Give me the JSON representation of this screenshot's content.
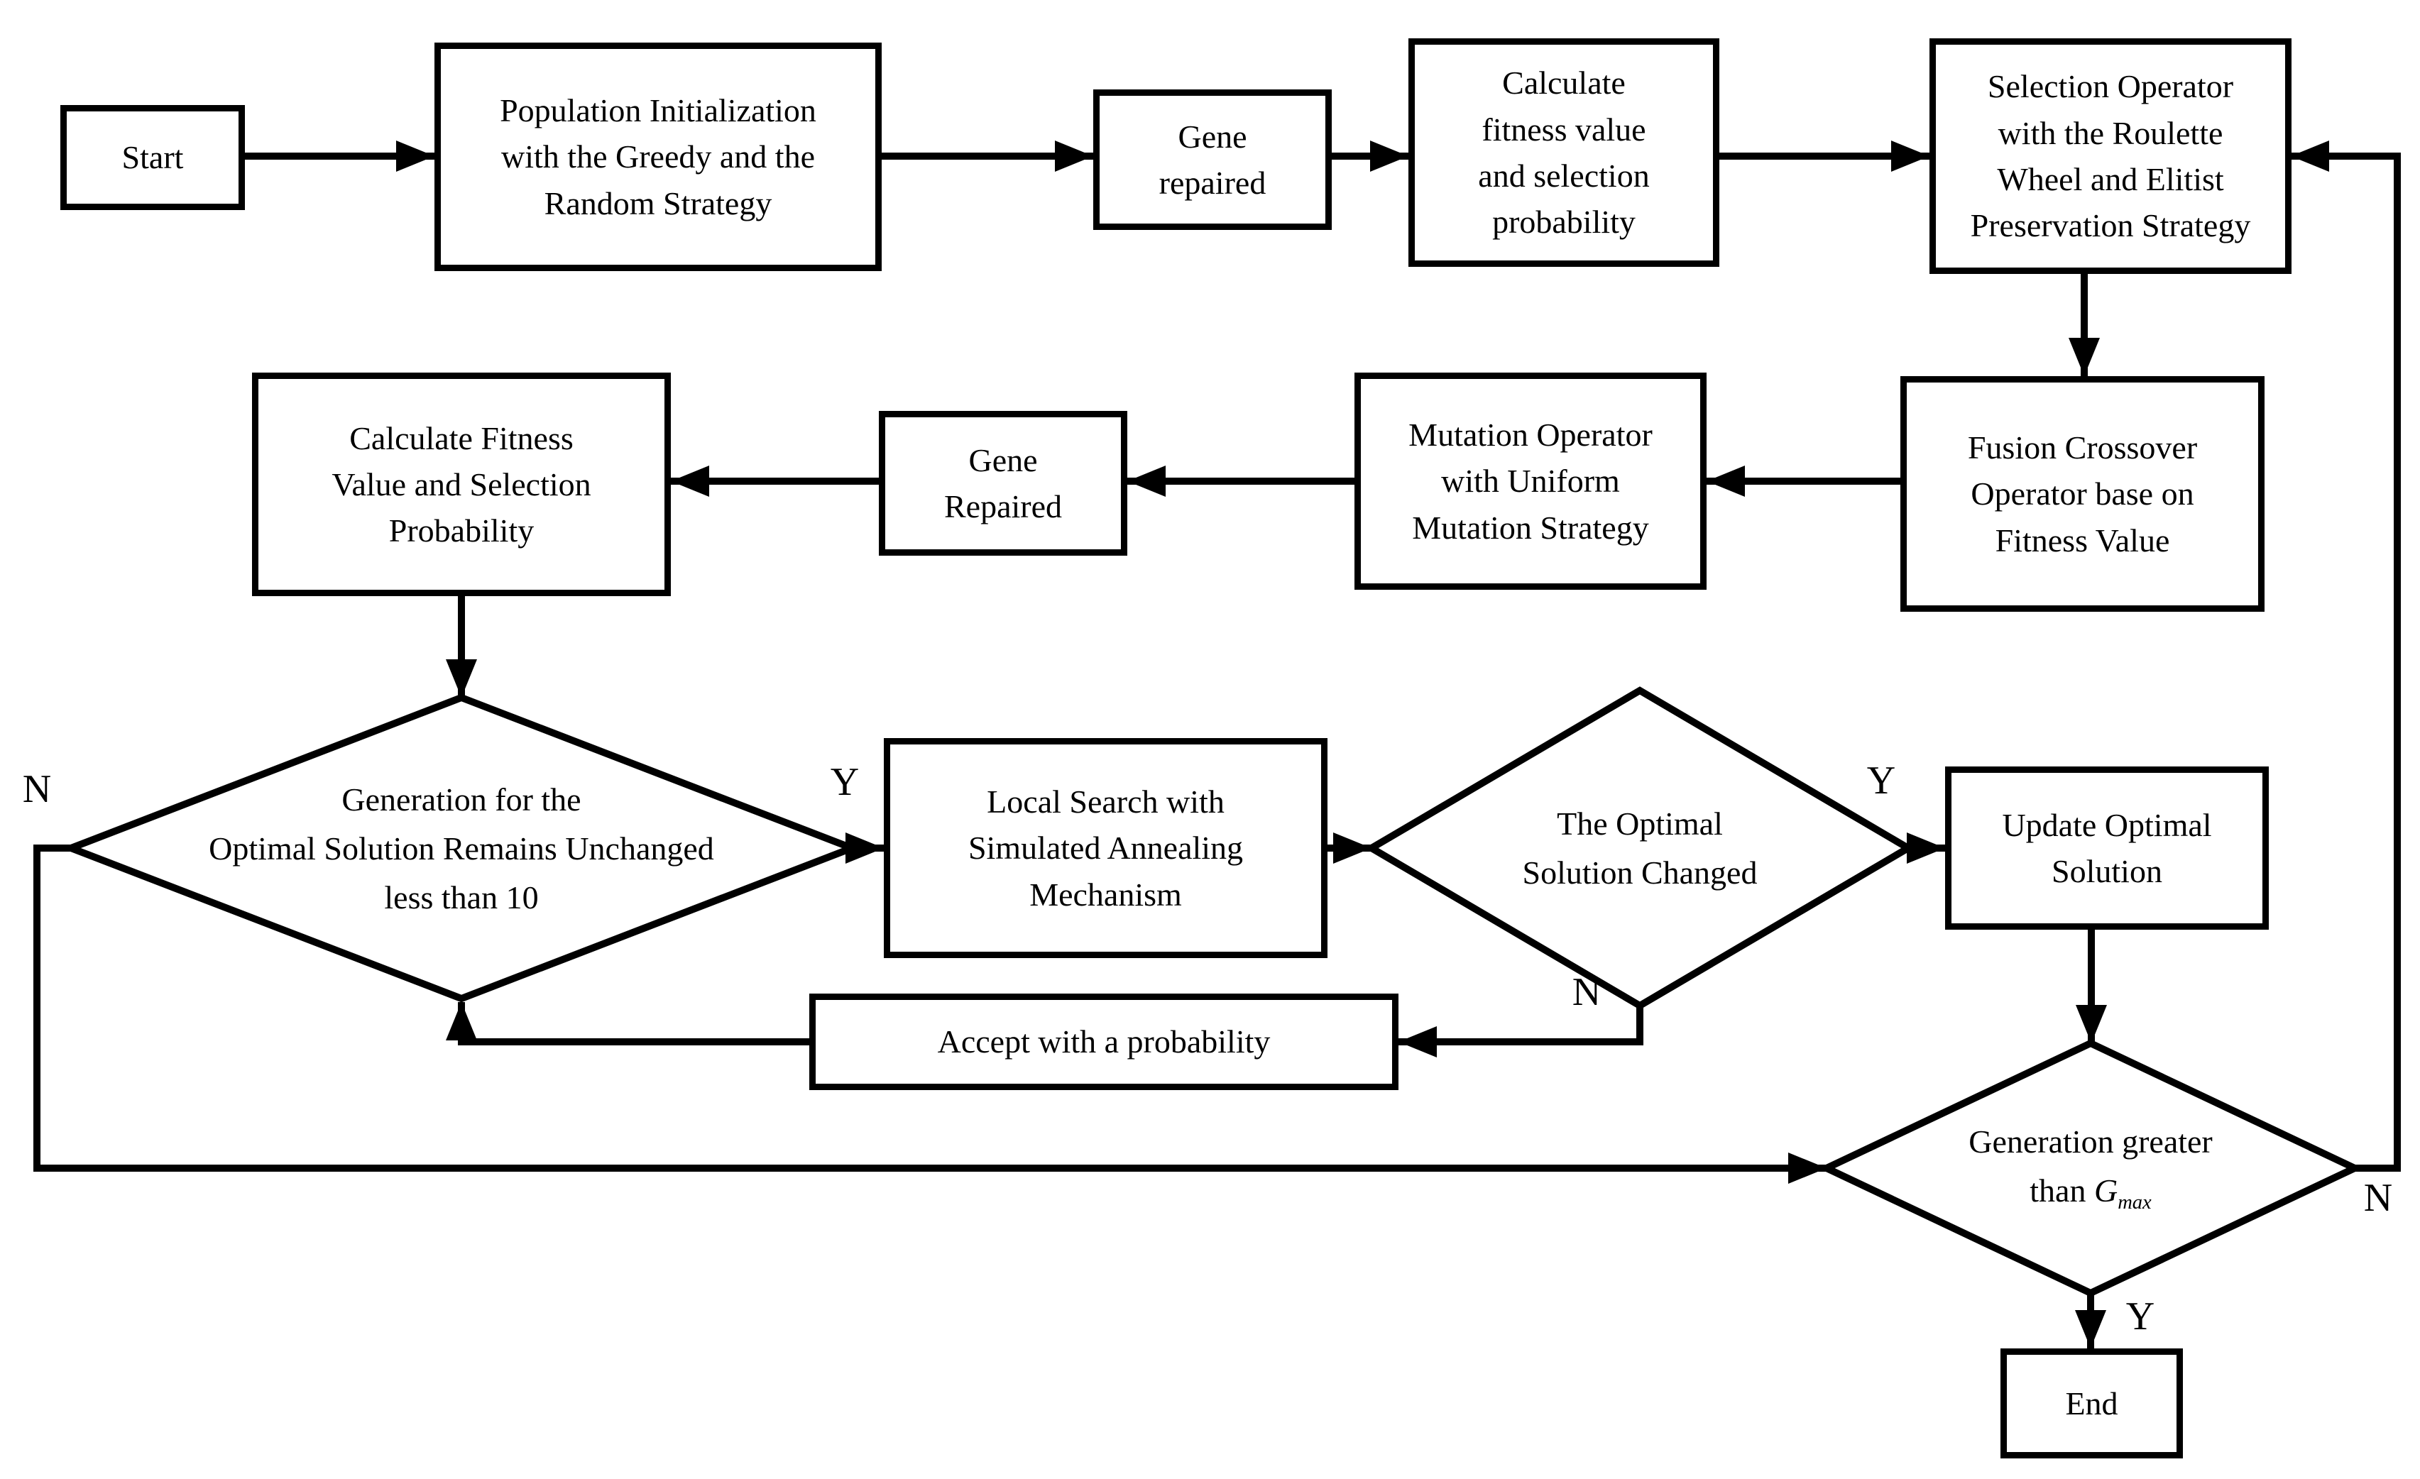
{
  "diagram": {
    "colors": {
      "line": "#000000",
      "box_fill": "#ffffff",
      "background": "#ffffff",
      "text": "#000000"
    },
    "nodes": {
      "start": {
        "label": "Start"
      },
      "pop_init": {
        "lines": [
          "Population Initialization",
          "with the Greedy and the",
          "Random Strategy"
        ]
      },
      "gene_repaired_1": {
        "lines": [
          "Gene",
          "repaired"
        ]
      },
      "calc_fitness_1": {
        "lines": [
          "Calculate",
          "fitness value",
          "and selection",
          "probability"
        ]
      },
      "selection_operator": {
        "lines": [
          "Selection Operator",
          "with the Roulette",
          "Wheel and Elitist",
          "Preservation Strategy"
        ]
      },
      "fusion_crossover": {
        "lines": [
          "Fusion Crossover",
          "Operator base on",
          "Fitness Value"
        ]
      },
      "mutation_operator": {
        "lines": [
          "Mutation Operator",
          "with Uniform",
          "Mutation Strategy"
        ]
      },
      "gene_repaired_2": {
        "lines": [
          "Gene",
          "Repaired"
        ]
      },
      "calc_fitness_2": {
        "lines": [
          "Calculate Fitness",
          "Value and Selection",
          "Probability"
        ]
      },
      "unchanged_decision": {
        "lines": [
          "Generation for the",
          "Optimal Solution Remains Unchanged",
          "less than 10"
        ]
      },
      "local_search": {
        "lines": [
          "Local Search with",
          "Simulated Annealing",
          "Mechanism"
        ]
      },
      "changed_decision": {
        "lines": [
          "The Optimal",
          "Solution Changed"
        ]
      },
      "update_optimal": {
        "lines": [
          "Update Optimal",
          "Solution"
        ]
      },
      "accept_probability": {
        "label": "Accept with a probability"
      },
      "gmax_decision": {
        "line1": "Generation greater",
        "line2_prefix": "than ",
        "var": "G",
        "var_sub": "max"
      },
      "end": {
        "label": "End"
      }
    },
    "branch_labels": {
      "unchanged_no": "N",
      "unchanged_yes": "Y",
      "changed_yes": "Y",
      "changed_no": "N",
      "gmax_no": "N",
      "gmax_yes": "Y"
    }
  }
}
